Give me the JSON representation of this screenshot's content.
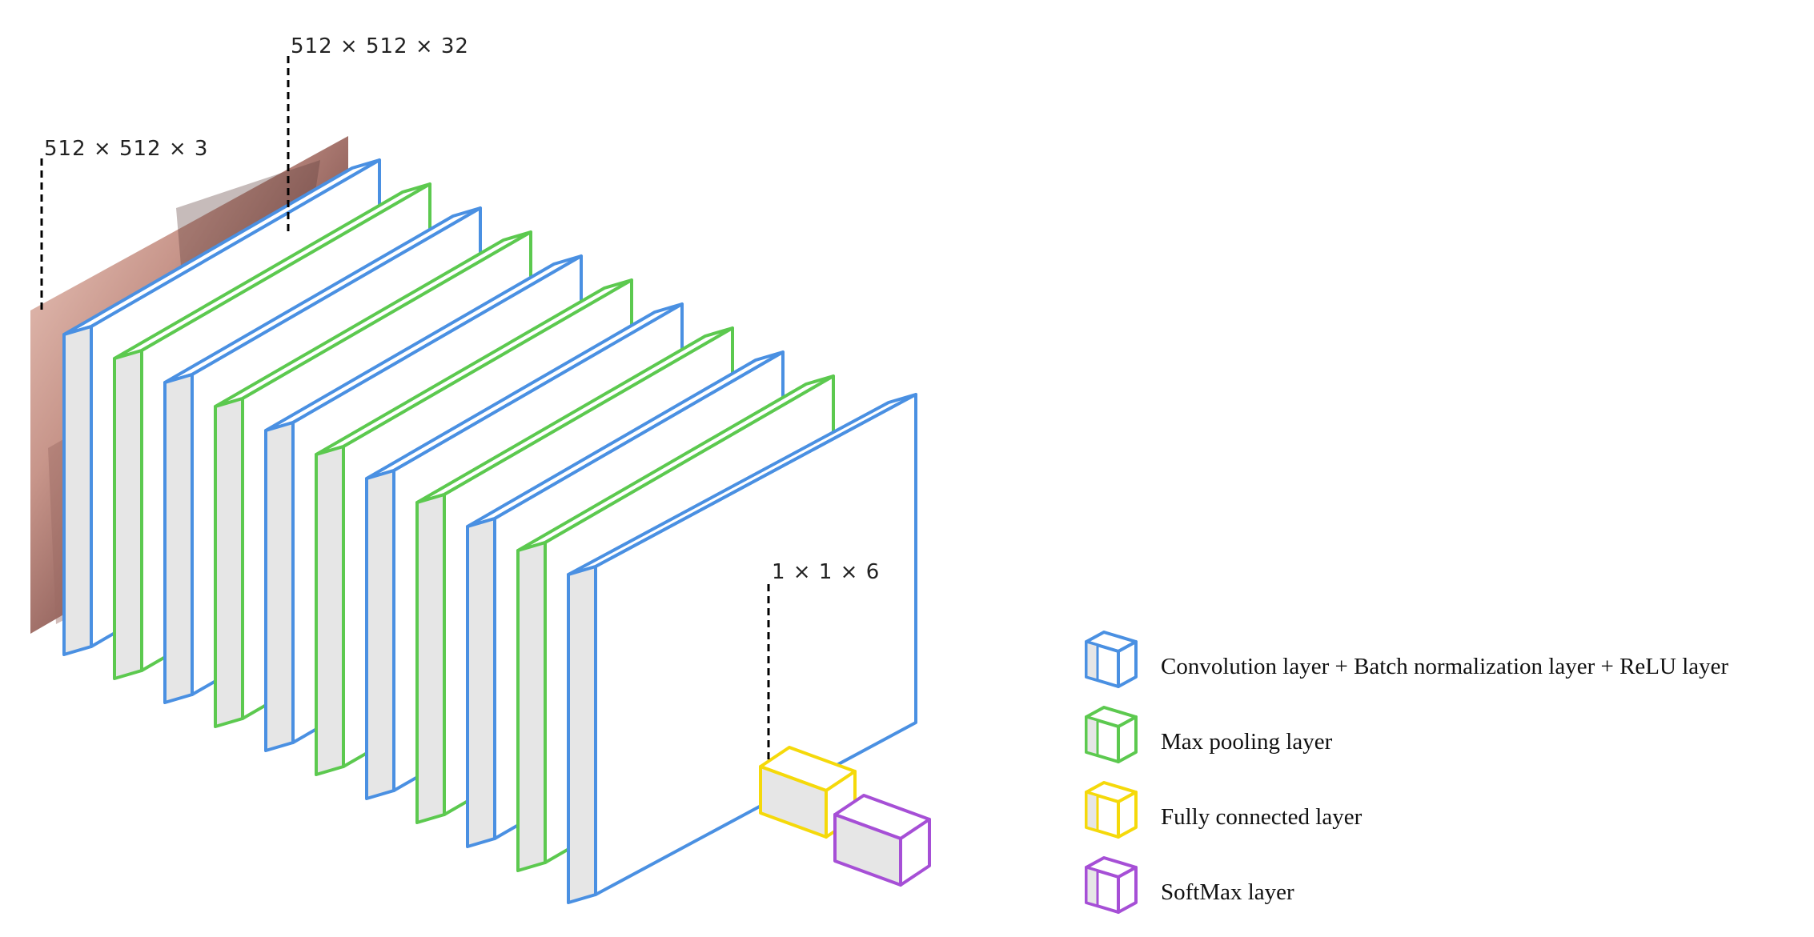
{
  "labels": {
    "input_dim": "512 × 512 × 3",
    "conv_dim": "512 × 512 × 32",
    "output_dim": "1 × 1 × 6"
  },
  "legend": [
    {
      "key": "conv",
      "label": "Convolution layer + Batch normalization layer + ReLU layer",
      "color": "#4a90e2"
    },
    {
      "key": "pool",
      "label": "Max pooling layer",
      "color": "#5cc94f"
    },
    {
      "key": "fc",
      "label": "Fully connected layer",
      "color": "#f5d90a"
    },
    {
      "key": "softmax",
      "label": "SoftMax layer",
      "color": "#a64fd6"
    }
  ],
  "colors": {
    "conv": "#4a90e2",
    "pool": "#5cc94f",
    "fc": "#f5d90a",
    "softmax": "#a64fd6",
    "side_fill": "#e6e6e6",
    "front_fill": "#ffffff"
  },
  "layer_sequence": [
    "conv",
    "pool",
    "conv",
    "pool",
    "conv",
    "pool",
    "conv",
    "pool",
    "conv",
    "pool",
    "conv"
  ],
  "input_image": {
    "icon": "input-image-thumbnail"
  }
}
